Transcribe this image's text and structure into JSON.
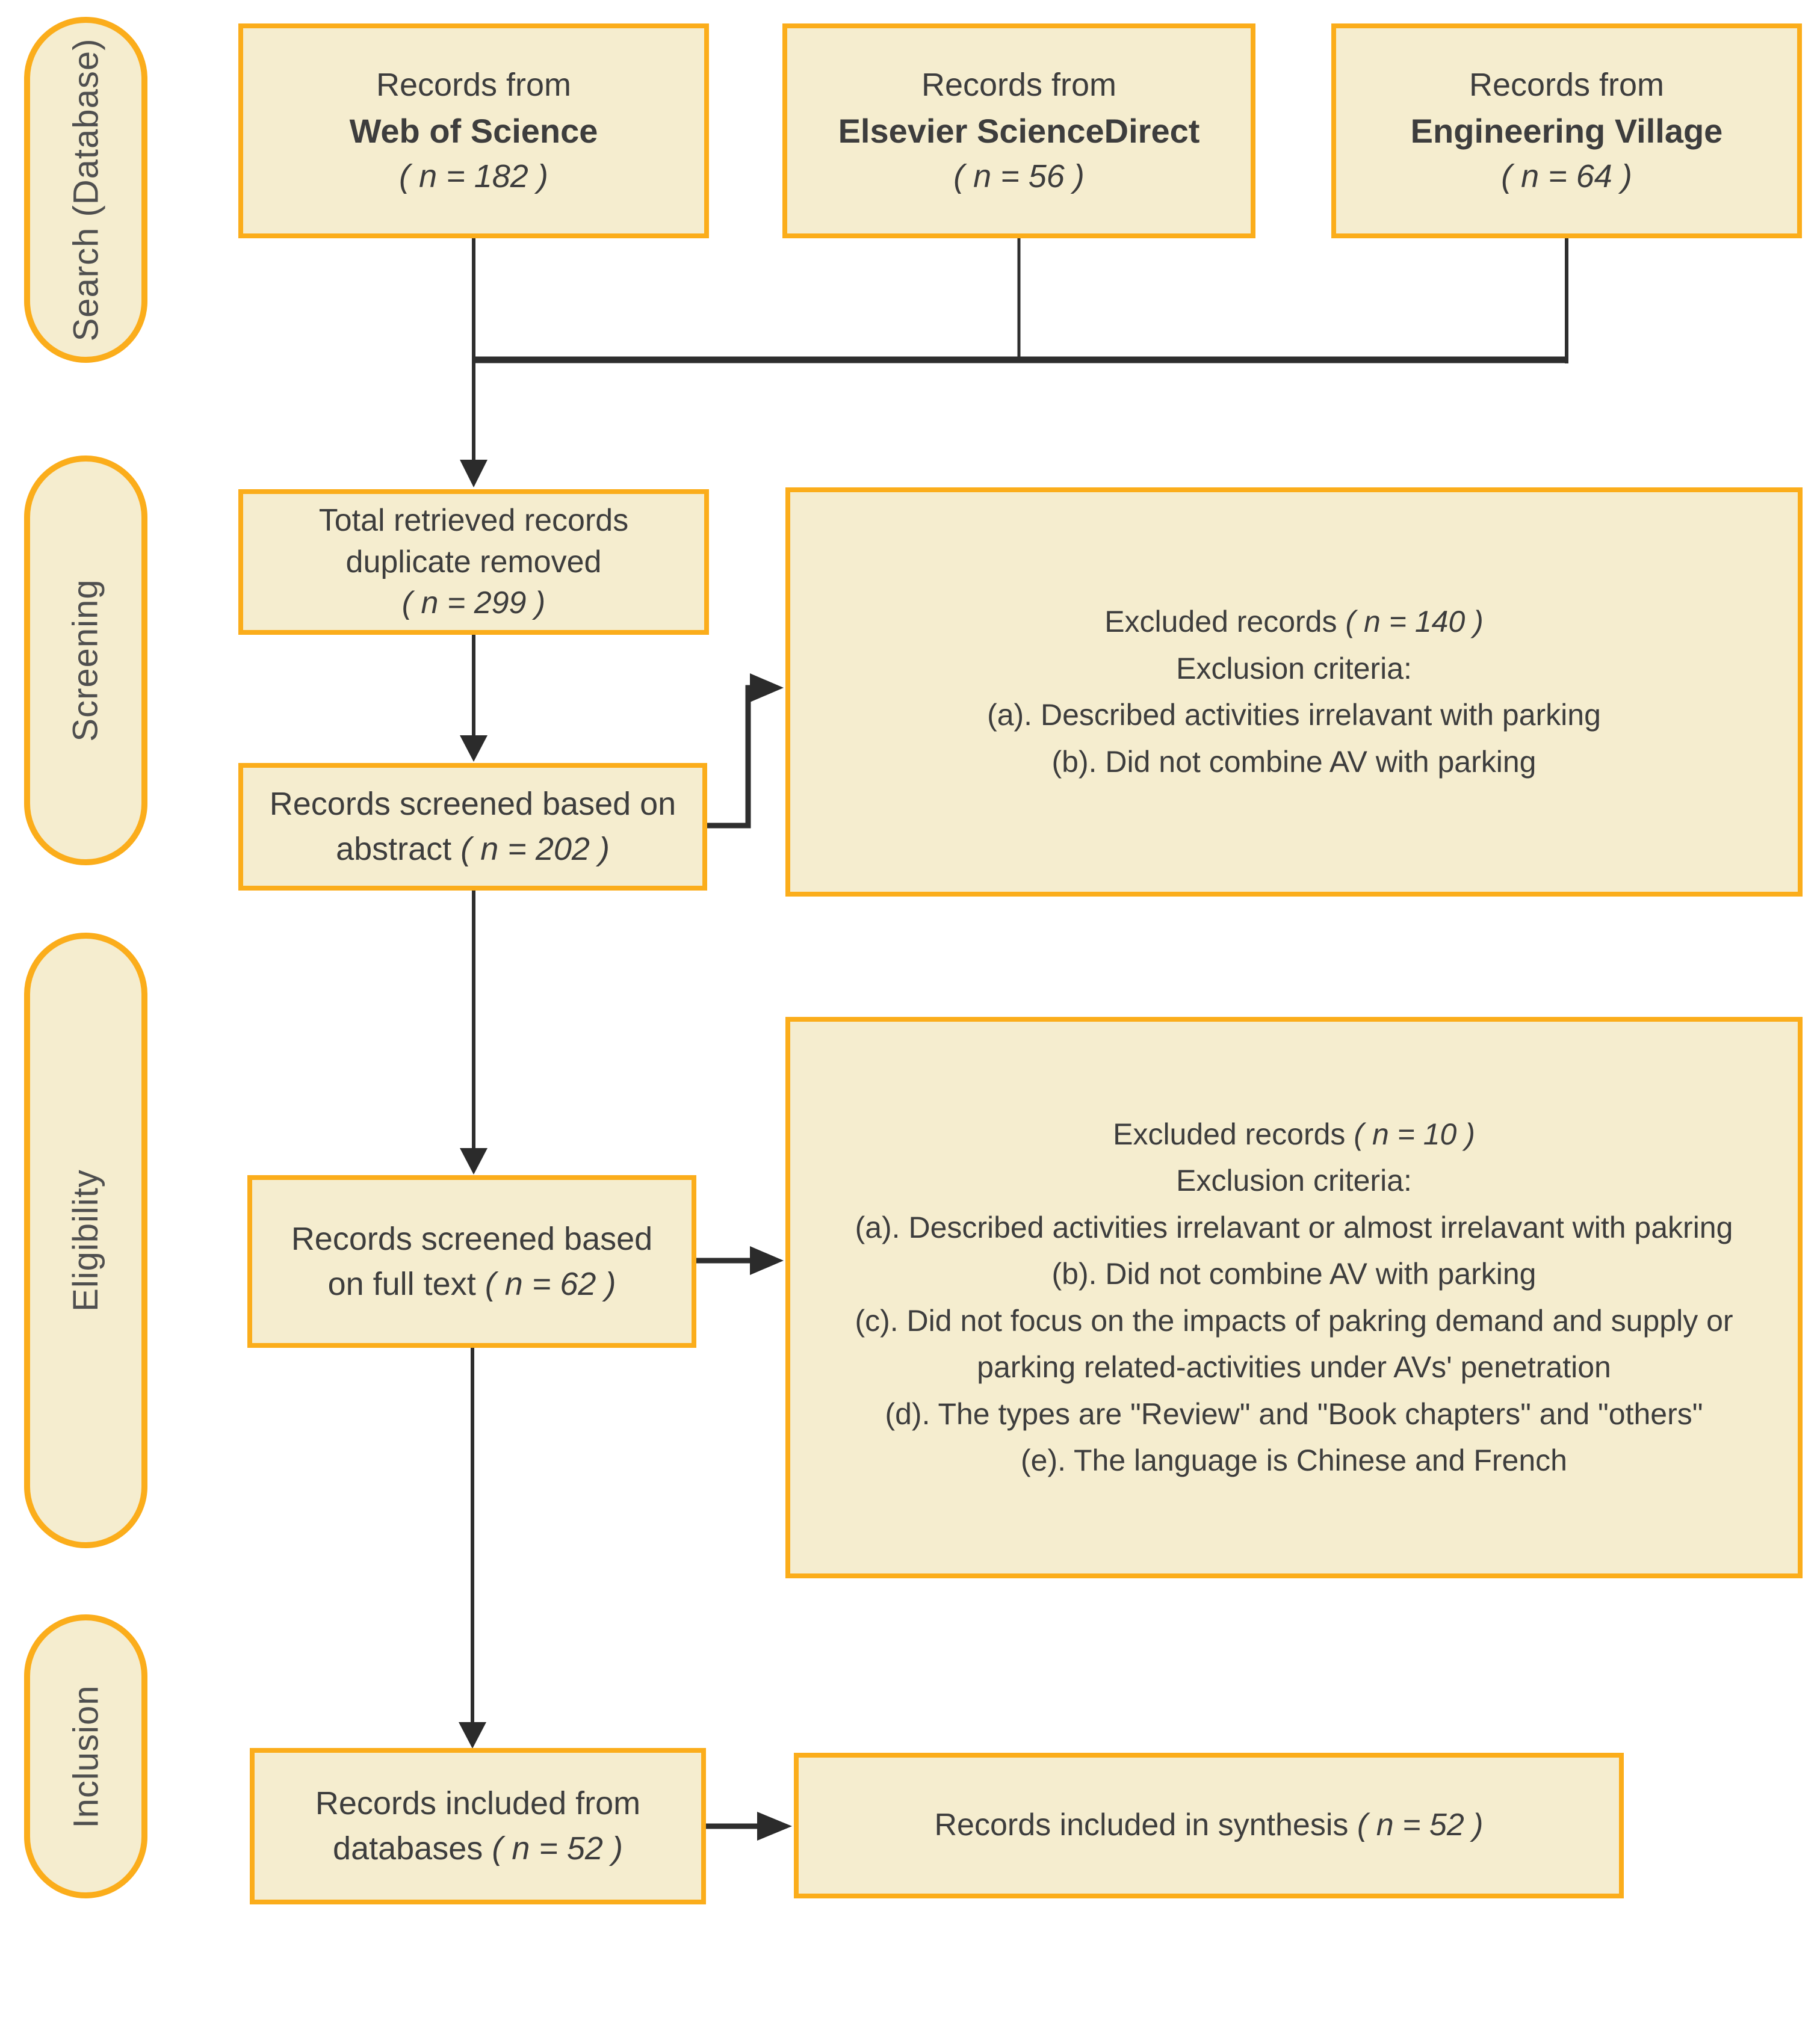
{
  "palette": {
    "box_fill": "#f5edcf",
    "box_border": "#fbad1b",
    "line_color": "#2e2e2e",
    "text_color": "#3d3d3d"
  },
  "sidebar": {
    "stages": [
      {
        "label": "Search (Database)"
      },
      {
        "label": "Screening"
      },
      {
        "label": "Eligibility"
      },
      {
        "label": "Inclusion"
      }
    ]
  },
  "sources": [
    {
      "line1": "Records from",
      "name": "Web of Science",
      "count": "( n = 182 )"
    },
    {
      "line1": "Records from",
      "name": "Elsevier ScienceDirect",
      "count": "( n = 56 )"
    },
    {
      "line1": "Records from",
      "name": "Engineering Village",
      "count": "( n = 64 )"
    }
  ],
  "flow": {
    "total": {
      "line1": "Total retrieved records",
      "line2": "duplicate removed",
      "count": "( n = 299 )"
    },
    "abstract": {
      "text": "Records screened based on abstract",
      "count": "( n = 202 )"
    },
    "fulltext": {
      "text": "Records screened based on full text",
      "count": "( n = 62 )"
    },
    "included": {
      "text": "Records included from databases",
      "count": "( n = 52 )"
    },
    "synthesis": {
      "text": "Records included in synthesis",
      "count": "( n = 52 )"
    }
  },
  "exclusions": [
    {
      "title": "Excluded records",
      "count": "( n = 140 )",
      "subtitle": "Exclusion criteria:",
      "criteria": [
        "(a). Described activities irrelavant with parking",
        "(b). Did not combine AV with parking"
      ]
    },
    {
      "title": "Excluded records",
      "count": "( n = 10 )",
      "subtitle": "Exclusion criteria:",
      "criteria": [
        "(a). Described activities irrelavant or almost irrelavant with pakring",
        "(b). Did not combine AV with parking",
        "(c). Did not focus on the impacts of pakring demand and supply or parking related-activities under AVs' penetration",
        "(d). The types are \"Review\" and \"Book chapters\" and \"others\"",
        "(e). The language is Chinese and French"
      ]
    }
  ]
}
